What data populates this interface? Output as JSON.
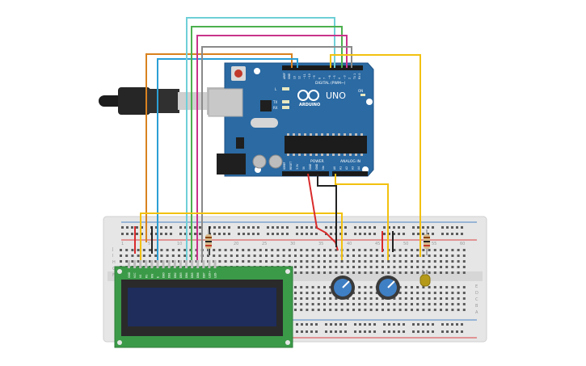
{
  "board": {
    "logo_text": "ARDUINO",
    "model_text": "UNO",
    "digital_label": "DIGITAL (PWM~)",
    "power_label": "POWER",
    "analog_label": "ANALOG IN",
    "on_label": "ON",
    "led_l_label": "L",
    "led_tx_label": "TX",
    "led_rx_label": "RX",
    "digital_pins": [
      "AREF",
      "GND",
      "13",
      "12",
      "~11",
      "~10",
      "~9",
      "8",
      "7",
      "~6",
      "~5",
      "4",
      "~3",
      "2",
      "TX 1",
      "RX 0"
    ],
    "power_pins": [
      "IOREF",
      "RESET",
      "3.3V",
      "5V",
      "GND",
      "GND",
      "Vin"
    ],
    "analog_pins": [
      "A0",
      "A1",
      "A2",
      "A3",
      "A4",
      "A5"
    ]
  },
  "breadboard": {
    "rows_left": [
      "J",
      "I",
      "H",
      "G",
      "F"
    ],
    "rows_right": [
      "E",
      "D",
      "C",
      "B",
      "A"
    ],
    "column_numbers": [
      "1",
      "5",
      "10",
      "15",
      "20",
      "25",
      "30",
      "35",
      "40",
      "45",
      "50",
      "55",
      "60"
    ]
  },
  "lcd": {
    "pin_labels": [
      "GND",
      "VCC",
      "V0",
      "RS",
      "RW",
      "E",
      "DB0",
      "DB1",
      "DB2",
      "DB3",
      "DB4",
      "DB5",
      "DB6",
      "DB7",
      "LED+",
      "LED-"
    ]
  },
  "colors": {
    "board_blue": "#2b6aa3",
    "breadboard": "#e8e8e8",
    "lcd_pcb": "#3b9a48",
    "lcd_screen": "#1f2d5c",
    "wire_yellow": "#f2c10f",
    "wire_orange": "#d9821f",
    "wire_blue": "#2b9fd6",
    "wire_green": "#4cb04e",
    "wire_magenta": "#c8348a",
    "wire_cyan": "#6fcfd8",
    "wire_gray": "#8a8a8a",
    "wire_red": "#d92b2b",
    "wire_black": "#222222"
  }
}
